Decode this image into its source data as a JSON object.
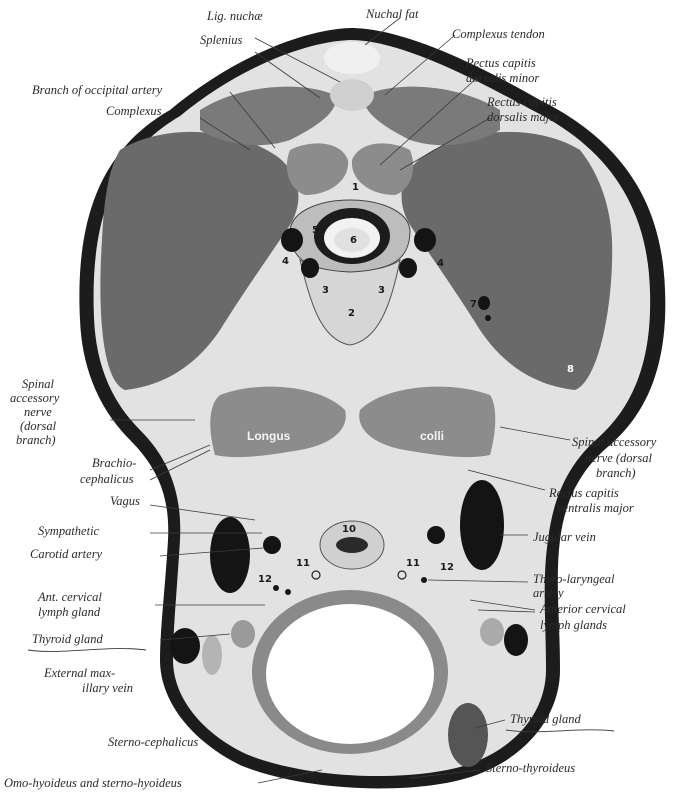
{
  "labels": {
    "lig_nuchae": "Lig. nuchæ",
    "nuchal_fat": "Nuchal fat",
    "splenius": "Splenius",
    "complexus_tendon": "Complexus tendon",
    "branch_occipital_artery": "Branch of occipital artery",
    "rectus_minor_1": "Rectus capitis",
    "rectus_minor_2": "dorsalis minor",
    "complexus": "Complexus",
    "rectus_major_1": "Rectus capitis",
    "rectus_major_2": "dorsalis major",
    "spinal_left_1": "Spinal",
    "spinal_left_2": "accessory",
    "spinal_left_3": "nerve",
    "spinal_left_4": "(dorsal",
    "spinal_left_5": "branch)",
    "brachio_1": "Brachio-",
    "brachio_2": "cephalicus",
    "vagus": "Vagus",
    "sympathetic": "Sympathetic",
    "carotid": "Carotid artery",
    "ant_cervical_1": "Ant. cervical",
    "ant_cervical_2": "lymph gland",
    "thyroid_left": "Thyroid gland",
    "ext_max_1": "External max-",
    "ext_max_2": "illary vein",
    "sterno_cephalicus": "Sterno-cephalicus",
    "omo_hyoideus": "Omo-hyoideus and sterno-hyoideus",
    "spinal_right_1": "Spinal accessory",
    "spinal_right_2": "nerve (dorsal",
    "spinal_right_3": "branch)",
    "rectus_ventral_1": "Rectus capitis",
    "rectus_ventral_2": "ventralis major",
    "jugular": "Jugular vein",
    "thyro_lar_1": "Thyro-laryngeal",
    "thyro_lar_2": "artery",
    "ant_cervical_r1": "Anterior cervical",
    "ant_cervical_r2": "lymph glands",
    "thyroid_right": "Thyroid gland",
    "sterno_thyroideus": "Sterno-thyroideus",
    "longus_left": "Longus",
    "longus_right": "colli"
  },
  "numbers": {
    "n1": "1",
    "n2": "2",
    "n3a": "3",
    "n3b": "3",
    "n4a": "4",
    "n4b": "4",
    "n5": "5",
    "n6": "6",
    "n7": "7",
    "n8": "8",
    "n10": "10",
    "n11a": "11",
    "n11b": "11",
    "n12a": "12",
    "n12b": "12"
  },
  "colors": {
    "muscle": "#6a6a6a",
    "muscle_light": "#8c8c8c",
    "tissue": "#c8c8c8",
    "fat": "#e2e2e2",
    "skin": "#1c1c1c",
    "vessel": "#141414",
    "white": "#ffffff"
  }
}
